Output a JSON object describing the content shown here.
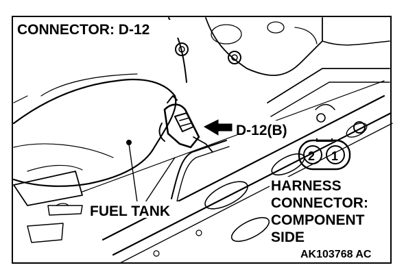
{
  "title": "CONNECTOR: D-12",
  "callouts": {
    "connector_ref": "D-12(B)",
    "fuel_tank": "FUEL TANK"
  },
  "harness": {
    "line1": "HARNESS",
    "line2": "CONNECTOR:",
    "line3": "COMPONENT",
    "line4": "SIDE",
    "pin_left": "2",
    "pin_right": "1"
  },
  "figure_id": "AK103768 AC",
  "colors": {
    "ink": "#000000",
    "paper": "#ffffff"
  }
}
